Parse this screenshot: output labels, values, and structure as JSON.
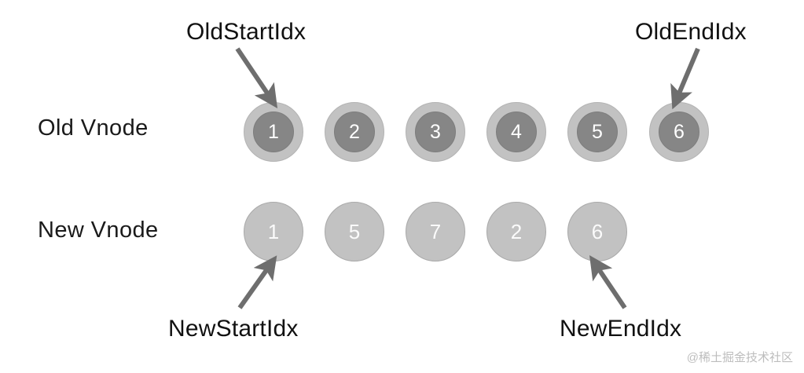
{
  "diagram": {
    "title": "Vue diff algorithm - old vs new vnode lists",
    "background_color": "#ffffff",
    "arrow_color": "#6e6e6e",
    "node_outer_color": "#c2c2c2",
    "node_inner_color": "#868686",
    "node_number_color": "#ffffff",
    "label_color": "#111111"
  },
  "rows": {
    "old": {
      "label": "Old Vnode",
      "nodes": [
        {
          "value": "1"
        },
        {
          "value": "2"
        },
        {
          "value": "3"
        },
        {
          "value": "4"
        },
        {
          "value": "5"
        },
        {
          "value": "6"
        }
      ]
    },
    "new": {
      "label": "New Vnode",
      "nodes": [
        {
          "value": "1"
        },
        {
          "value": "5"
        },
        {
          "value": "7"
        },
        {
          "value": "2"
        },
        {
          "value": "6"
        }
      ]
    }
  },
  "pointers": {
    "old_start": {
      "label": "OldStartIdx",
      "target_value": "1"
    },
    "old_end": {
      "label": "OldEndIdx",
      "target_value": "6"
    },
    "new_start": {
      "label": "NewStartIdx",
      "target_value": "1"
    },
    "new_end": {
      "label": "NewEndIdx",
      "target_value": "6"
    }
  },
  "watermark": {
    "text": "@稀土掘金技术社区"
  }
}
